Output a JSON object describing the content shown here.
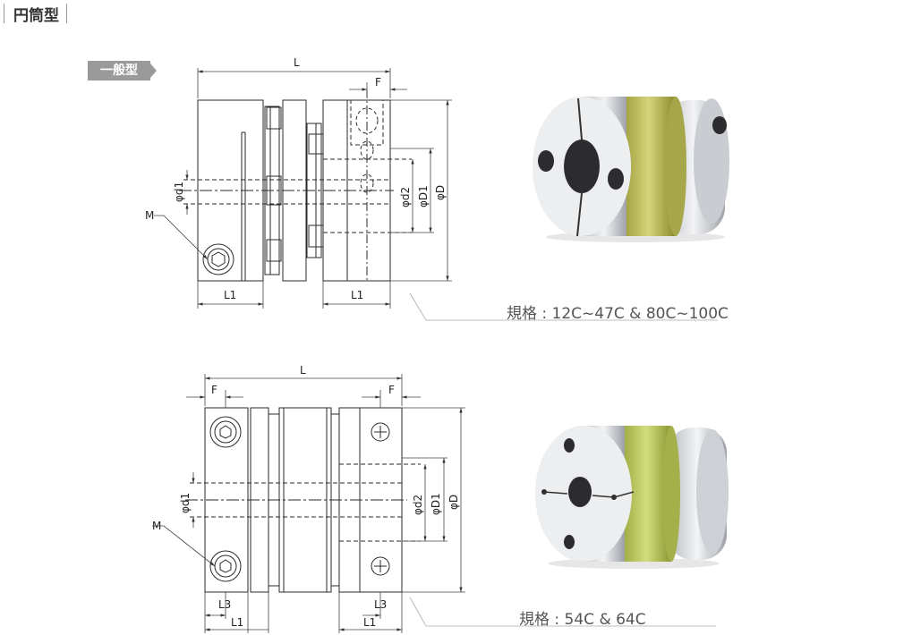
{
  "section_title": "円筒型",
  "tag_label": "一般型",
  "diagram1": {
    "dims": {
      "L": "L",
      "F": "F",
      "M": "M",
      "d1": "φd1",
      "d2": "φd2",
      "D1": "φD1",
      "D": "φD",
      "L1": "L1"
    },
    "spec": "規格 : 12C~47C & 80C~100C"
  },
  "diagram2": {
    "dims": {
      "L": "L",
      "F": "F",
      "M": "M",
      "d1": "φd1",
      "d2": "φd2",
      "D1": "φD1",
      "D": "φD",
      "L1": "L1",
      "L3": "L3"
    },
    "spec": "規格 : 54C & 64C"
  },
  "colors": {
    "line": "#2a2a2a",
    "dim": "#444444",
    "metal": "#d8dade",
    "metal_dark": "#8e9298",
    "spacer": "#c8c86a",
    "spacer_dark": "#8f8f2e",
    "spacer2": "#c4d06a"
  }
}
